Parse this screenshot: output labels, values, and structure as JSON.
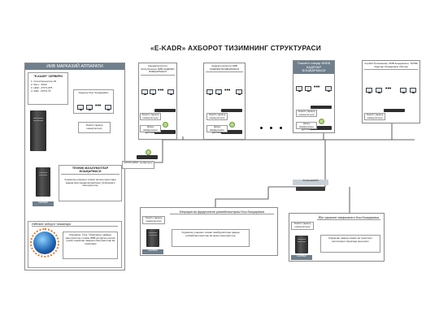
{
  "title": "«E-KADR» АХБОРОТ ТИЗИМНИНГ СТРУКТУРАСИ",
  "ivm": {
    "title": "ИИВ МАРКАЗИЙ АППАРАТИ",
    "server_box": {
      "title": "\"E-KADR\" СЕРВЕРИ",
      "specs": [
        "1. Cores/процессор-32",
        "2. Ram - 32Gb",
        "3. HDD - 2Tb*1.875",
        "4. SSD - 2Tb*0.75"
      ]
    },
    "hr_box": "Кадрлар бош бошқармаси",
    "switch_label": "Switch (тармоқ коммутатори)",
    "tech_title": "ТЕХНИК МАЪЛУМОТЛАР БОШҚАРМАСИ",
    "tech_text": "Ходимлар уларнинг хизмат ва маълумотлари ҳақида (ёки ғарданчиганибони) тўғрисидаги маълумотлар",
    "server_label": "СЕРВЕР",
    "int_title": "ИИВнинг ахборот тизимлари",
    "int_text": "Резервинг, Ўрта, Ўзматмагур хавфда маълумотлар тизими ИИВ-да кўрган ишлаб турган ходимлар ҳақидаги маълумотлар ва тизимлари"
  },
  "regions": [
    {
      "title": "Қорақалпоғистон Республикаси ИИВ КАДРЛАР БОШҚАРМАСИ",
      "sw": "Switch (тармоқ коммутатори)",
      "fw": "Шлюз (Шифрловчи қурилма)"
    },
    {
      "title": "Андижон вилояти ИИБ КАДРЛАР БОШҚАРМАСИ",
      "sw": "Switch (тармоқ коммутатори)",
      "fw": "Шлюз (Шифрловчи қурилма)"
    },
    {
      "title": "Тошкент шаҳар ИИББ КАДРЛАР БОШҚАРМАСИ",
      "sw": "Switch (тармоқ коммутатори)",
      "fw": "Шлюз (Шифрловчи қурилма)"
    },
    {
      "title": "Хорбий бўлинмалар, ИИВ Академияси, ТҚТББ Кадрлар бошқармаси (бўлим)",
      "sw": "Switch (тармоқ коммутатори)",
      "fw": ""
    }
  ],
  "firewall_label": "КИПЛОНИНГ (шифрлаш)",
  "vpn_label": "УзталемаVPN",
  "migration": {
    "title": "Миграция ва фуқароликни расмийлаштириш бош бошқармаси",
    "sw": "Switch (тармоқ коммутатори)",
    "text": "Ходимлар уларнинг хизмат мажбуриятлари ҳақида расмийлаштирилган ва эркин маълумотлар",
    "server": "СЕРВЕР"
  },
  "traffic": {
    "title": "Йўл ҳаракати хавфсизлиги бош бошқармаси",
    "sw": "Switch (тармоқ коммутатори)",
    "text": "Ходимлар ҳақида хизмат ва транспорт воситалари тўғрисида маълумот",
    "server": "СЕРВЕР"
  },
  "colors": {
    "header": "#6f7f8c",
    "border": "#8a8a8a",
    "line": "#333333"
  }
}
